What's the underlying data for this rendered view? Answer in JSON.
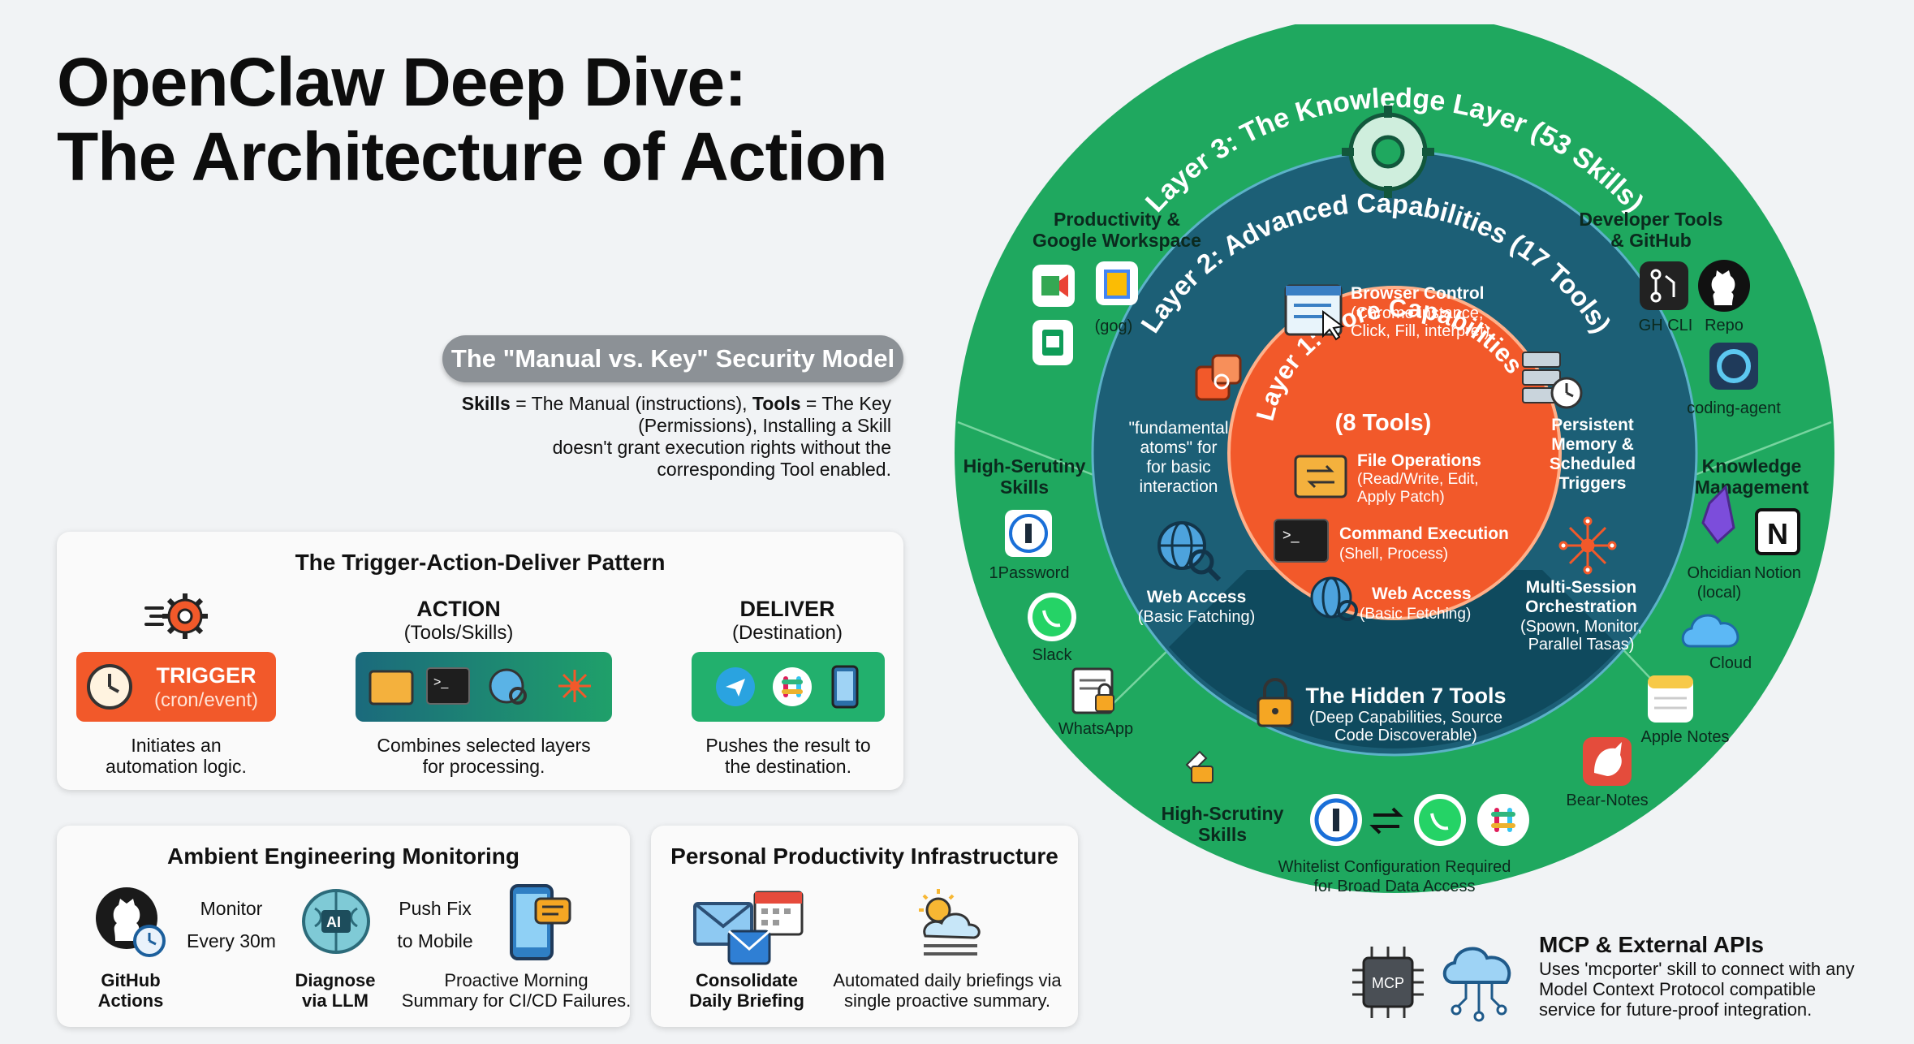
{
  "title": {
    "line1": "OpenClaw Deep Dive:",
    "line2": "The Architecture of Action"
  },
  "security": {
    "pill": "The \"Manual vs. Key\" Security Model",
    "line1_b1": "Skills",
    "line1_t1": " = The Manual (instructions), ",
    "line1_b2": "Tools",
    "line1_t2": " = The Key",
    "line2": "(Permissions), Installing a Skill",
    "line3": "doesn't grant execution rights without the",
    "line4": "corresponding Tool enabled."
  },
  "pattern": {
    "title": "The Trigger-Action-Deliver Pattern",
    "trigger": {
      "label": "TRIGGER",
      "sub": "(cron/event)",
      "desc1": "Initiates an",
      "desc2": "automation logic."
    },
    "action": {
      "label": "ACTION",
      "sub": "(Tools/Skills)",
      "desc1": "Combines selected layers",
      "desc2": "for processing."
    },
    "deliver": {
      "label": "DELIVER",
      "sub": "(Destination)",
      "desc1": "Pushes the result to",
      "desc2": "the destination."
    }
  },
  "ambient": {
    "title": "Ambient Engineering Monitoring",
    "monitor1": "Monitor",
    "monitor2": "Every 30m",
    "push1": "Push Fix",
    "push2": "to Mobile",
    "gh1": "GitHub",
    "gh2": "Actions",
    "diag1": "Diagnose",
    "diag2": "via LLM",
    "pro1": "Proactive Morning",
    "pro2": "Summary for CI/CD Failures."
  },
  "personal": {
    "title": "Personal Productivity Infrastructure",
    "c1a": "Consolidate",
    "c1b": "Daily Briefing",
    "c2a": "Automated daily briefings via",
    "c2b": "single proactive summary."
  },
  "diagram": {
    "layer3": "Layer 3: The Knowledge Layer (53 Skills)",
    "layer2": "Layer 2: Advanced Capabilities (17 Tools)",
    "layer1": "Layer 1: Core Capabilities",
    "layer1_sub": "(8 Tools)",
    "prod1": "Productivity &",
    "prod2": "Google Workspace",
    "gog": "(gog)",
    "dev1": "Developer Tools",
    "dev2": "& GitHub",
    "ghcli": "GH CLI",
    "repo": "Repo",
    "coding": "coding-agent",
    "hs1": "High-Serutiny",
    "hs2": "Skills",
    "onepass": "1Password",
    "slack": "Slack",
    "whatsapp": "WhatsApp",
    "km1": "Knowledge",
    "km2": "Management",
    "obs1": "Ohcidian",
    "obs2": "(local)",
    "notion": "Notion",
    "cloud": "Cloud",
    "apple": "Apple Notes",
    "bear": "Bear-Notes",
    "bc1": "Browser Control",
    "bc2": "(Chrome instance,",
    "bc3": "Click, Fill, interpret)",
    "fa1": "\"fundamental",
    "fa2": "atoms\" for",
    "fa3": "for basic",
    "fa4": "interaction",
    "pm1": "Persistent",
    "pm2": "Memory &",
    "pm3": "Scheduled",
    "pm4": "Triggers",
    "wa2a": "Web Access",
    "wa2b": "(Basic Fatching)",
    "ms1": "Multi-Session",
    "ms2": "Orchestration",
    "ms3": "(Spown, Monitor,",
    "ms4": "Parallel Tasas)",
    "fo1": "File Operations",
    "fo2": "(Read/Write, Edit,",
    "fo3": "Apply Patch)",
    "ce1": "Command Execution",
    "ce2": "(Shell, Process)",
    "wa1a": "Web Access",
    "wa1b": "(Basic Fetching)",
    "h7a": "The Hidden 7 Tools",
    "h7b": "(Deep Capabilities, Source",
    "h7c": "Code Discoverable)",
    "hsb1": "High-Scrutiny",
    "hsb2": "Skills",
    "wl1": "Whitelist Configuration Required",
    "wl2": "for Broad Data Access"
  },
  "mcp": {
    "chip": "MCP",
    "title": "MCP & External APIs",
    "d1": "Uses 'mcporter' skill to connect with any",
    "d2": "Model Context Protocol compatible",
    "d3": "service for future-proof integration."
  },
  "colors": {
    "green": "#1fa85f",
    "teal": "#1c5f76",
    "orange": "#f2592a",
    "grey": "#8c9196"
  }
}
